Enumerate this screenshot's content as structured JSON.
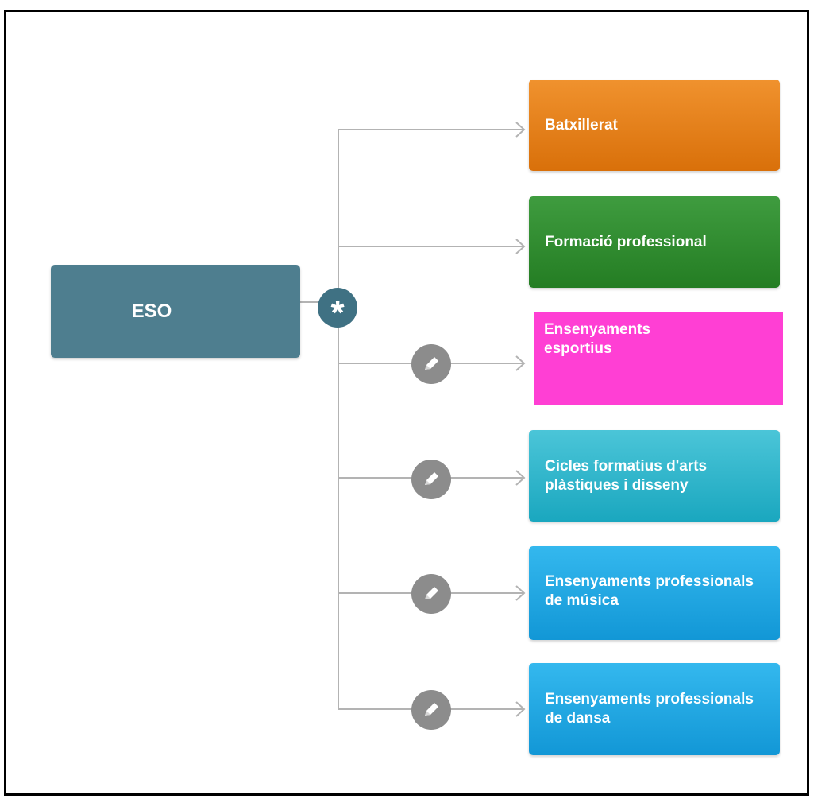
{
  "diagram": {
    "root": {
      "label": "ESO",
      "color": "#4e7e8f"
    },
    "hub": {
      "icon": "asterisk-icon",
      "glyph": "*",
      "color": "#3f7183"
    },
    "connector_color": "#b3b3b3",
    "note_icon": "pencil-note-icon",
    "children": [
      {
        "label": "Batxillerat",
        "color_top": "#f0922e",
        "color_bottom": "#d9700a",
        "note": false
      },
      {
        "label": "Formació professional",
        "color_top": "#3f9c3f",
        "color_bottom": "#247d23",
        "note": false
      },
      {
        "label": " Ensenyaments\nesportius",
        "color_top": "#ff3fd4",
        "color_bottom": "#ff3fd4",
        "note": true
      },
      {
        "label": "Cicles formatius d'arts plàstiques i disseny",
        "color_top": "#4bc5d8",
        "color_bottom": "#1aa7bf",
        "note": true
      },
      {
        "label": "Ensenyaments professionals de música",
        "color_top": "#34b8ee",
        "color_bottom": "#1297d6",
        "note": true
      },
      {
        "label": "Ensenyaments professionals de dansa",
        "color_top": "#34b8ee",
        "color_bottom": "#1297d6",
        "note": true
      }
    ]
  }
}
